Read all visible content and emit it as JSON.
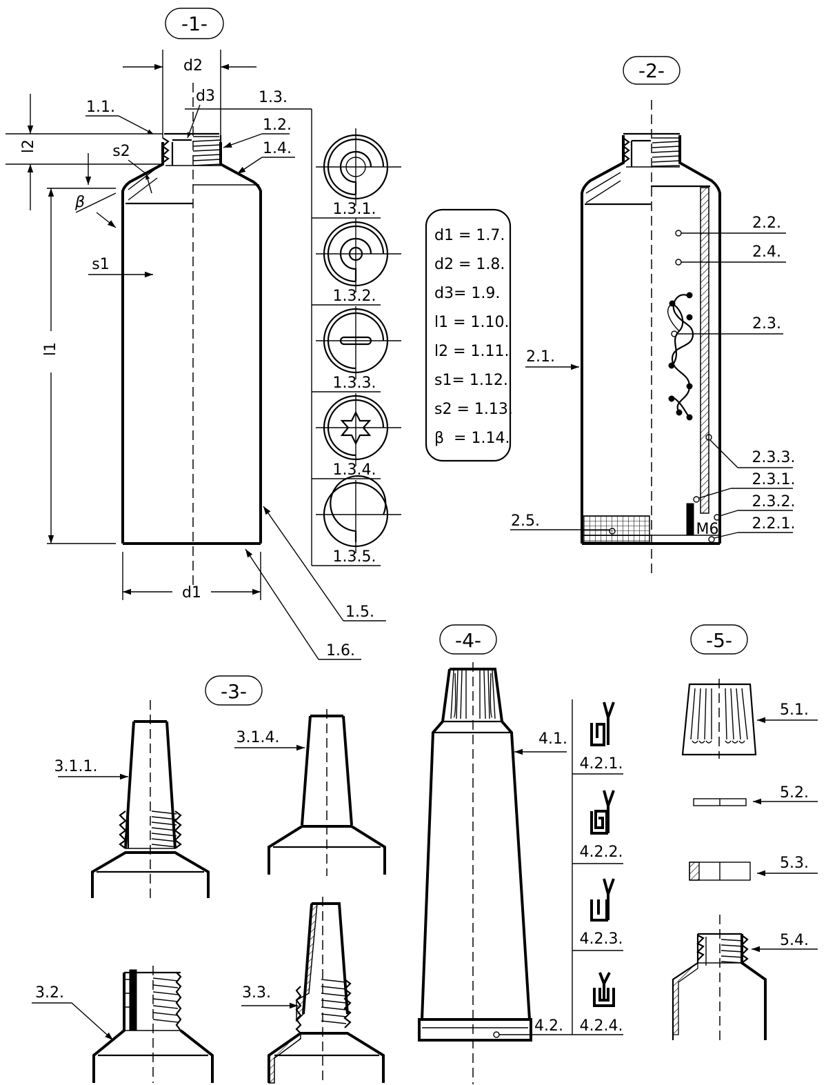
{
  "panels": {
    "p1": "-1-",
    "p2": "-2-",
    "p3": "-3-",
    "p4": "-4-",
    "p5": "-5-"
  },
  "dims": {
    "d1": "d1",
    "d2": "d2",
    "d3": "d3",
    "l1": "l1",
    "l2": "l2",
    "s1": "s1",
    "s2": "s2",
    "beta": "β"
  },
  "labels1": {
    "l1_1": "1.1.",
    "l1_2": "1.2.",
    "l1_3": "1.3.",
    "l1_4": "1.4.",
    "l1_5": "1.5.",
    "l1_6": "1.6.",
    "l1_3_1": "1.3.1.",
    "l1_3_2": "1.3.2.",
    "l1_3_3": "1.3.3.",
    "l1_3_4": "1.3.4.",
    "l1_3_5": "1.3.5."
  },
  "legend": [
    "d1 = 1.7.",
    "d2 = 1.8.",
    "d3= 1.9.",
    "l1 = 1.10.",
    "l2 = 1.11.",
    "s1= 1.12.",
    "s2 = 1.13.",
    "β  = 1.14."
  ],
  "labels2": {
    "l2_1": "2.1.",
    "l2_2": "2.2.",
    "l2_3": "2.3.",
    "l2_4": "2.4.",
    "l2_5": "2.5.",
    "l2_2_1": "2.2.1.",
    "l2_3_1": "2.3.1.",
    "l2_3_2": "2.3.2.",
    "l2_3_3": "2.3.3.",
    "m6": "M6"
  },
  "labels3": {
    "l3_1_1": "3.1.1.",
    "l3_1_4": "3.1.4.",
    "l3_2": "3.2.",
    "l3_3": "3.3."
  },
  "labels4": {
    "l4_1": "4.1.",
    "l4_2": "4.2.",
    "l4_2_1": "4.2.1.",
    "l4_2_2": "4.2.2.",
    "l4_2_3": "4.2.3.",
    "l4_2_4": "4.2.4."
  },
  "labels5": {
    "l5_1": "5.1.",
    "l5_2": "5.2.",
    "l5_3": "5.3.",
    "l5_4": "5.4."
  }
}
